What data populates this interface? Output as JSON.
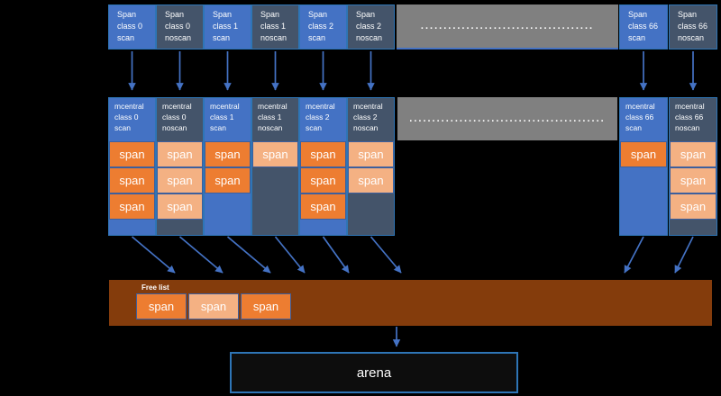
{
  "span_label": "span",
  "colors": {
    "scan_bg": "#4472C4",
    "noscan_bg": "#44546A",
    "span_scan": "#ED7D31",
    "span_noscan": "#F4B183",
    "gray_strip": "#808080",
    "freelist_bg": "#843C0C",
    "arrow": "#4472C4",
    "arena_border": "#2E75B6"
  },
  "top_row": {
    "left_boxes": [
      {
        "label": "Span\nclass 0\nscan",
        "type": "scan"
      },
      {
        "label": "Span\nclass 0\nnoscan",
        "type": "noscan"
      },
      {
        "label": "Span\nclass 1\nscan",
        "type": "scan"
      },
      {
        "label": "Span\nclass 1\nnoscan",
        "type": "noscan"
      },
      {
        "label": "Span\nclass 2\nscan",
        "type": "scan"
      },
      {
        "label": "Span\nclass 2\nnoscan",
        "type": "noscan"
      }
    ],
    "ellipsis": "......................................",
    "right_boxes": [
      {
        "label": "Span\nclass 66\nscan",
        "type": "scan"
      },
      {
        "label": "Span\nclass 66\nnoscan",
        "type": "noscan"
      }
    ]
  },
  "mcentral_row": {
    "left_columns": [
      {
        "label": "mcentral\nclass 0\nscan",
        "type": "scan",
        "spans": [
          true,
          true,
          true
        ]
      },
      {
        "label": "mcentral\nclass 0\nnoscan",
        "type": "noscan",
        "spans": [
          true,
          true,
          true
        ]
      },
      {
        "label": "mcentral\nclass 1\nscan",
        "type": "scan",
        "spans": [
          true,
          true,
          false
        ]
      },
      {
        "label": "mcentral\nclass 1\nnoscan",
        "type": "noscan",
        "spans": [
          true,
          false,
          false
        ]
      },
      {
        "label": "mcentral\nclass 2\nscan",
        "type": "scan",
        "spans": [
          true,
          true,
          true
        ]
      },
      {
        "label": "mcentral\nclass 2\nnoscan",
        "type": "noscan",
        "spans": [
          true,
          true,
          false
        ]
      }
    ],
    "ellipsis": "...........................................",
    "right_columns": [
      {
        "label": "mcentral\nclass 66\nscan",
        "type": "scan",
        "spans": [
          true,
          false,
          false
        ]
      },
      {
        "label": "mcentral\nclass 66\nnoscan",
        "type": "noscan",
        "spans": [
          true,
          true,
          true
        ]
      }
    ]
  },
  "free_list": {
    "label": "Free list",
    "spans": [
      {
        "shade": "scan"
      },
      {
        "shade": "noscan"
      },
      {
        "shade": "scan"
      }
    ]
  },
  "arena": {
    "label": "arena"
  }
}
